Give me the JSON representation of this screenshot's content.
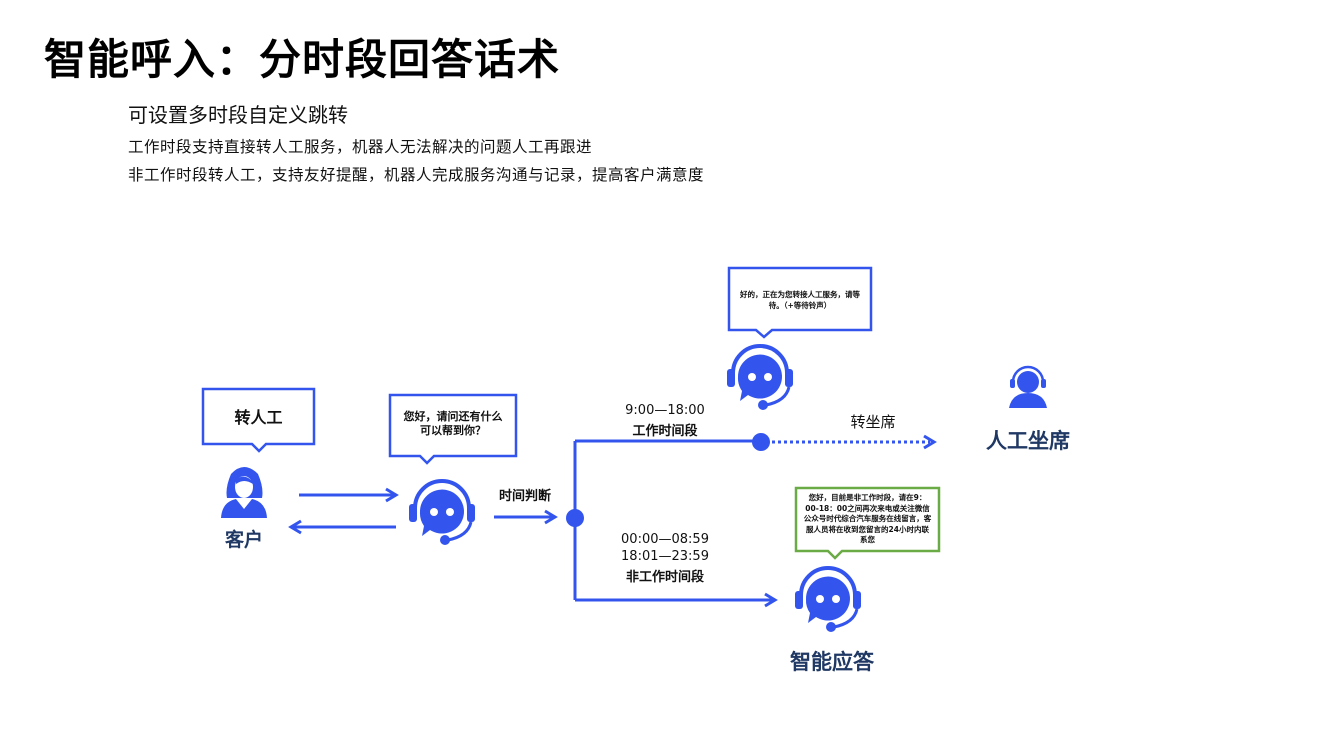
{
  "header": {
    "title": "智能呼入：分时段回答话术",
    "subtitle": "可设置多时段自定义跳转",
    "descriptions": [
      "工作时段支持直接转人工服务，机器人无法解决的问题人工再跟进",
      "非工作时段转人工，支持友好提醒，机器人完成服务沟通与记录，提高客户满意度"
    ]
  },
  "colors": {
    "accent_blue": "#3355ee",
    "bubble_green": "#6aab45",
    "node_label": "#1f3864"
  },
  "diagram": {
    "customer": {
      "icon": "female-user-icon",
      "label": "客户",
      "bubble": "转人工"
    },
    "robot": {
      "icon": "chatbot-headset-icon",
      "bubble": "您好，请问还有什么可以帮到你？"
    },
    "decision": {
      "label": "时间判断"
    },
    "work_branch": {
      "time_range": "9:00—18:00",
      "label": "工作时间段",
      "robot_bubble": "好的，正在为您转接人工服务，请等待。（+等待铃声）",
      "transfer_label": "转坐席",
      "target_icon": "agent-headset-icon",
      "target_label": "人工坐席"
    },
    "off_branch": {
      "time_ranges": [
        "00:00—08:59",
        "18:01—23:59"
      ],
      "label": "非工作时间段",
      "robot_bubble": "您好，目前是非工作时段，请在9：00-18：00之间再次来电或关注微信公众号时代综合汽车服务在线留言，客服人员将在收到您留言的24小时内联系您",
      "target_label": "智能应答"
    }
  }
}
